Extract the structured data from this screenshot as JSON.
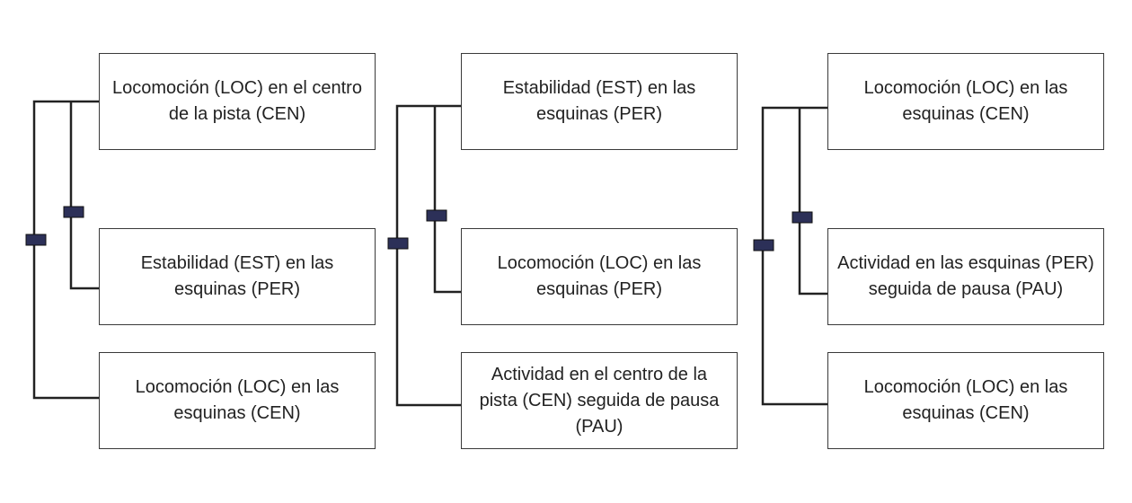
{
  "colors": {
    "line": "#222222",
    "marker": "#2c3058",
    "box_border": "#3a3a3a"
  },
  "diagrams": [
    {
      "boxes": [
        "Locomoción (LOC) en el centro\nde la pista (CEN)",
        "Estabilidad (EST) en las\nesquinas (PER)",
        "Locomoción (LOC) en las\nesquinas (CEN)"
      ]
    },
    {
      "boxes": [
        "Estabilidad (EST) en las\nesquinas (PER)",
        "Locomoción (LOC) en las\nesquinas (PER)",
        "Actividad en el centro de la\npista (CEN) seguida de pausa\n(PAU)"
      ]
    },
    {
      "boxes": [
        "Locomoción (LOC) en las\nesquinas (CEN)",
        "Actividad en las esquinas (PER)\nseguida de pausa (PAU)",
        "Locomoción (LOC) en las\nesquinas (CEN)"
      ]
    }
  ]
}
